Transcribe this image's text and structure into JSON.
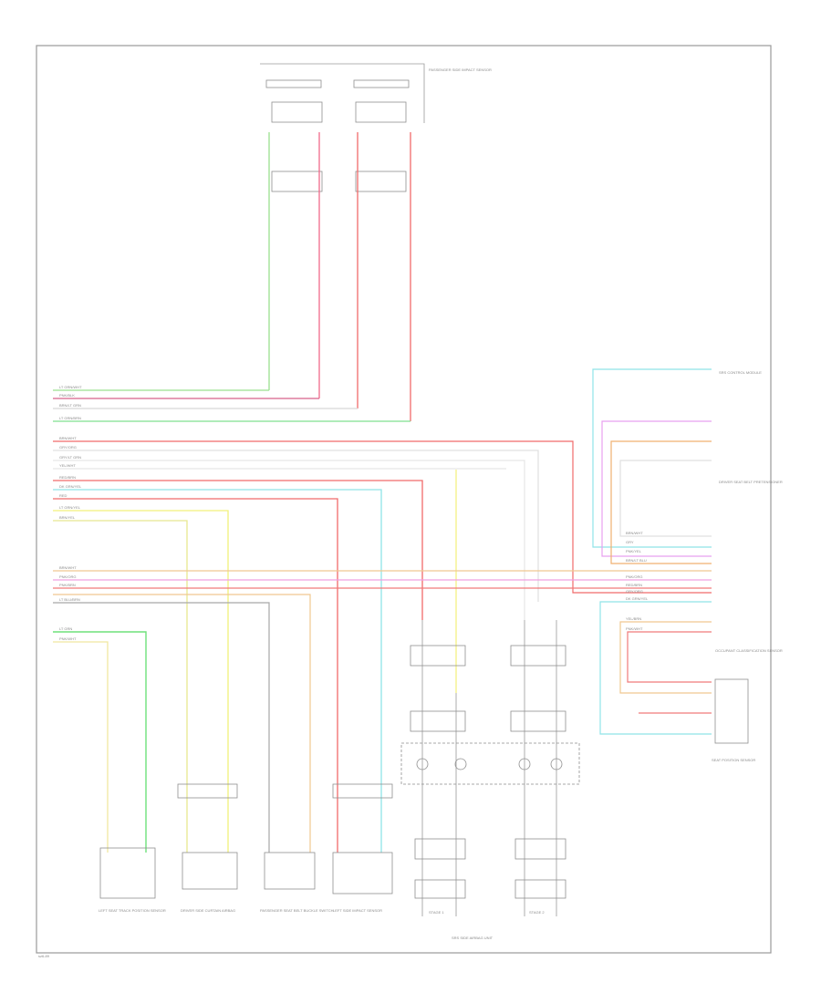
{
  "diagram": {
    "code": "sz6-89",
    "bottom_caption": "SRS SIDE AIRBAG UNIT",
    "top_module_label": "PASSENGER SIDE IMPACT SENSOR",
    "right_top_label": "SRS CONTROL MODULE",
    "right_mid_label": "DRIVER SEAT BELT PRETENSIONER",
    "right_low_label": "OCCUPANT CLASSIFICATION SENSOR",
    "right_bottom_label": "SEAT POSITION SENSOR",
    "left_labels": [
      "LEFT SEAT TRACK POSITION SENSOR",
      "DRIVER SIDE CURTAIN AIRBAG",
      "PASSENGER SEAT BELT BUCKLE SWITCH",
      "LEFT SIDE IMPACT SENSOR"
    ],
    "airbag_units": [
      "STAGE 1",
      "STAGE 2"
    ],
    "wire_labels_left": [
      "LT GRN/WHT",
      "PNK/BLK",
      "BRN/LT GRN",
      "LT GRN/BRN",
      "BRN/WHT",
      "GRY/ORG",
      "GRY/LT GRN",
      "YEL/WHT",
      "RED/BRN",
      "DK GRN/YEL",
      "RED",
      "LT GRN/YEL",
      "BRN/YEL",
      "BRN/WHT",
      "PNK/ORG",
      "PNK/BRN",
      "LT BLU/BRN",
      "LT GRN",
      "PNK/WHT"
    ],
    "wire_labels_right": [
      "BRN/WHT",
      "GRY",
      "PNK/YEL",
      "BRN/LT BLU",
      "PNK/ORG",
      "RED/BRN",
      "GRY/ORG",
      "DK GRN/YEL",
      "YEL/BRN",
      "PNK/WHT"
    ]
  }
}
